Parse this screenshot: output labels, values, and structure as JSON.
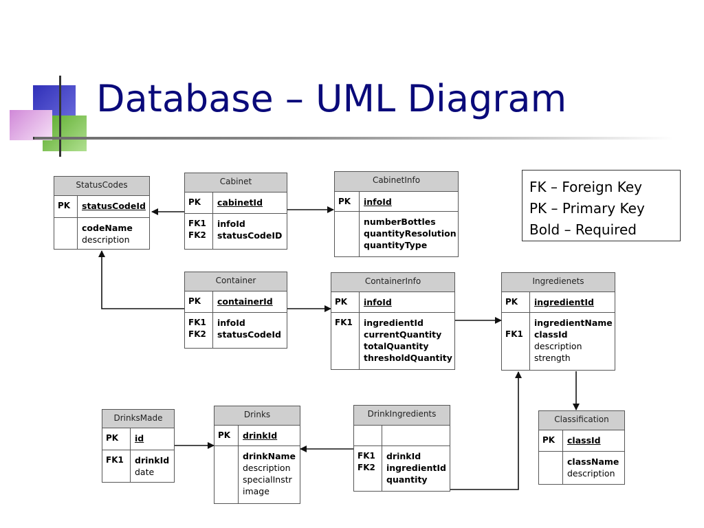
{
  "title": "Database – UML Diagram",
  "legend": [
    "FK – Foreign Key",
    "PK – Primary Key",
    "Bold – Required"
  ],
  "tables": {
    "statuscodes": {
      "name": "StatusCodes",
      "pk": "PK",
      "pk_fields": [
        "statusCodeId"
      ],
      "fk_keys": "",
      "fields": [
        {
          "t": "codeName",
          "b": true
        },
        {
          "t": "description",
          "b": false
        }
      ]
    },
    "cabinet": {
      "name": "Cabinet",
      "pk": "PK",
      "pk_fields": [
        "cabinetId"
      ],
      "fk_keys": "FK1\nFK2",
      "fields": [
        {
          "t": "infoId",
          "b": true
        },
        {
          "t": "statusCodeID",
          "b": true
        }
      ]
    },
    "cabinetinfo": {
      "name": "CabinetInfo",
      "pk": "PK",
      "pk_fields": [
        "infoId"
      ],
      "fk_keys": "",
      "fields": [
        {
          "t": "numberBottles",
          "b": true
        },
        {
          "t": "quantityResolution",
          "b": true
        },
        {
          "t": "quantityType",
          "b": true
        }
      ]
    },
    "container": {
      "name": "Container",
      "pk": "PK",
      "pk_fields": [
        "containerId"
      ],
      "fk_keys": "FK1\nFK2",
      "fields": [
        {
          "t": "infoId",
          "b": true
        },
        {
          "t": "statusCodeId",
          "b": true
        }
      ]
    },
    "containerinfo": {
      "name": "ContainerInfo",
      "pk": "PK",
      "pk_fields": [
        "infoId"
      ],
      "fk_keys": "FK1",
      "fields": [
        {
          "t": "ingredientId",
          "b": true
        },
        {
          "t": "currentQuantity",
          "b": true
        },
        {
          "t": "totalQuantity",
          "b": true
        },
        {
          "t": "thresholdQuantity",
          "b": true
        }
      ]
    },
    "ingredienets": {
      "name": "Ingredienets",
      "pk": "PK",
      "pk_fields": [
        "ingredientId"
      ],
      "fk_keys": "\nFK1",
      "fields": [
        {
          "t": "ingredientName",
          "b": true
        },
        {
          "t": "classId",
          "b": true
        },
        {
          "t": "description",
          "b": false
        },
        {
          "t": "strength",
          "b": false
        }
      ]
    },
    "drinksmade": {
      "name": "DrinksMade",
      "pk": "PK",
      "pk_fields": [
        "id"
      ],
      "fk_keys": "FK1",
      "fields": [
        {
          "t": "drinkId",
          "b": true
        },
        {
          "t": "date",
          "b": false
        }
      ]
    },
    "drinks": {
      "name": "Drinks",
      "pk": "PK",
      "pk_fields": [
        "drinkId"
      ],
      "fk_keys": "",
      "fields": [
        {
          "t": "drinkName",
          "b": true
        },
        {
          "t": "description",
          "b": false
        },
        {
          "t": "specialInstr",
          "b": false
        },
        {
          "t": "image",
          "b": false
        }
      ]
    },
    "drinkingredients": {
      "name": "DrinkIngredients",
      "pk": "",
      "pk_fields": [],
      "fk_keys": "FK1\nFK2",
      "fields": [
        {
          "t": "drinkId",
          "b": true
        },
        {
          "t": "ingredientId",
          "b": true
        },
        {
          "t": "quantity",
          "b": true
        }
      ]
    },
    "classification": {
      "name": "Classification",
      "pk": "PK",
      "pk_fields": [
        "classId"
      ],
      "fk_keys": "",
      "fields": [
        {
          "t": "className",
          "b": true
        },
        {
          "t": "description",
          "b": false
        }
      ]
    }
  },
  "colors": {
    "title": "#0a0a7a",
    "header_fill": "#cfcfcf",
    "deco_blue": "#4848c8",
    "deco_green": "#6aba3a",
    "deco_pink": "#e8b8e8"
  }
}
